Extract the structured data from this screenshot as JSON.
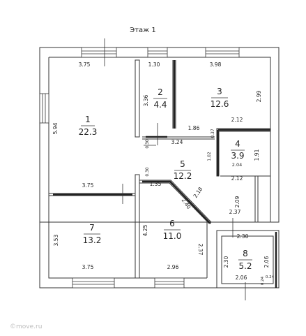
{
  "title": "Этаж 1",
  "rooms": [
    {
      "id": "1",
      "area": "22.3"
    },
    {
      "id": "2",
      "area": "4.4"
    },
    {
      "id": "3",
      "area": "12.6"
    },
    {
      "id": "4",
      "area": "3.9"
    },
    {
      "id": "5",
      "area": "12.2"
    },
    {
      "id": "6",
      "area": "11.0"
    },
    {
      "id": "7",
      "area": "13.2"
    },
    {
      "id": "8",
      "area": "5.2"
    }
  ],
  "dimensions": [
    "3.75",
    "1.30",
    "3.98",
    "3.36",
    "2.99",
    "5.94",
    "2.12",
    "1.86",
    "0.37",
    "3.24",
    "0.30",
    "1.02",
    "1.91",
    "2.04",
    "0.30",
    "1.35",
    "2.18",
    "2.12",
    "3.75",
    "2.40",
    "2.09",
    "2.37",
    "2.30",
    "4.25",
    "3.53",
    "2.37",
    "2.30",
    "2.06",
    "3.75",
    "2.96",
    "2.06",
    "0.24",
    "0.24"
  ],
  "watermark": "©move.ru",
  "colors": {
    "wall": "#333333",
    "bg": "#ffffff",
    "accent": "#222222"
  }
}
